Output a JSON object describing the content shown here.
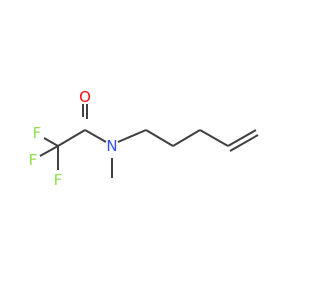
{
  "molecule": {
    "atoms": [
      {
        "id": "o1",
        "element": "O",
        "label": "O",
        "color": "#ff0d0d"
      },
      {
        "id": "n1",
        "element": "N",
        "label": "N",
        "color": "#3050f8"
      },
      {
        "id": "f1",
        "element": "F",
        "label": "F",
        "color": "#90e050"
      },
      {
        "id": "f2",
        "element": "F",
        "label": "F",
        "color": "#90e050"
      },
      {
        "id": "f3",
        "element": "F",
        "label": "F",
        "color": "#90e050"
      }
    ],
    "bond_color": "#404040"
  }
}
